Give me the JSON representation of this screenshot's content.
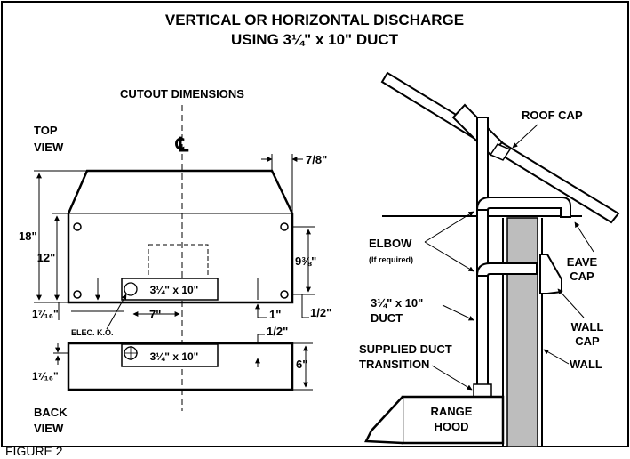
{
  "title": {
    "line1": "VERTICAL OR HORIZONTAL DISCHARGE",
    "line2": "USING 3¼\" x 10\" DUCT"
  },
  "left": {
    "heading": "CUTOUT DIMENSIONS",
    "top_view_1": "TOP",
    "top_view_2": "VIEW",
    "back_view_1": "BACK",
    "back_view_2": "VIEW",
    "centerline": "℄",
    "dim_7_8": "7/8\"",
    "dim_18": "18\"",
    "dim_12": "12\"",
    "dim_9_3_8": "9⅜\"",
    "duct_top": "3¼\" x 10\"",
    "duct_back": "3¼\" x 10\"",
    "dim_1_7_16_top": "1⁷⁄₁₆\"",
    "dim_7": "7\"",
    "dim_1": "1\"",
    "dim_1_2_a": "1/2\"",
    "dim_1_2_b": "1/2\"",
    "elec_ko": "ELEC. K.O.",
    "dim_6": "6\"",
    "dim_1_7_16_back": "1⁷⁄₁₆\""
  },
  "right": {
    "roof_cap_1": "ROOF CAP",
    "elbow": "ELBOW",
    "elbow_note": "(If required)",
    "eave_cap_1": "EAVE",
    "eave_cap_2": "CAP",
    "duct_1": "3¼\" x 10\"",
    "duct_2": "DUCT",
    "wall_cap_1": "WALL",
    "wall_cap_2": "CAP",
    "supplied_1": "SUPPLIED DUCT",
    "supplied_2": "TRANSITION",
    "wall": "WALL",
    "range_1": "RANGE",
    "range_2": "HOOD"
  },
  "figure_label": "FIGURE 2",
  "colors": {
    "line": "#000000",
    "wall_fill": "#bdbdbd",
    "background": "#ffffff"
  }
}
